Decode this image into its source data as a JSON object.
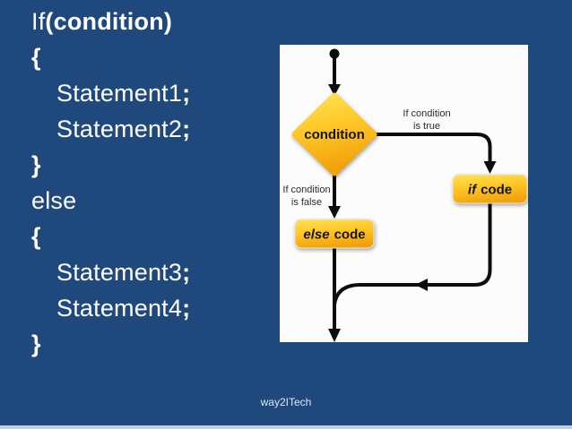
{
  "slide": {
    "footer_text": "way2ITech"
  },
  "code": {
    "if_keyword": "If",
    "condition_paren": "(condition)",
    "open_brace": "{",
    "close_brace": "}",
    "statement_1": "Statement1",
    "statement_2": "Statement2",
    "statement_3": "Statement3",
    "statement_4": "Statement4",
    "semicolon": ";",
    "else_keyword": "else"
  },
  "flowchart": {
    "condition_label": "condition",
    "if_code_keyword": "if",
    "if_code_text": "code",
    "else_code_keyword": "else",
    "else_code_text": "code",
    "true_label_line1": "If condition",
    "true_label_line2": "is true",
    "false_label_line1": "If condition",
    "false_label_line2": "is false"
  },
  "colors": {
    "background": "#1F497D",
    "bottom_strip": "#C4CEDB",
    "panel": "#FCFCFC",
    "node_gradient_top": "#FFE356",
    "node_gradient_bottom": "#F2A30B",
    "flow_line": "#0D0D0D",
    "code_text": "#FDFDFD"
  }
}
